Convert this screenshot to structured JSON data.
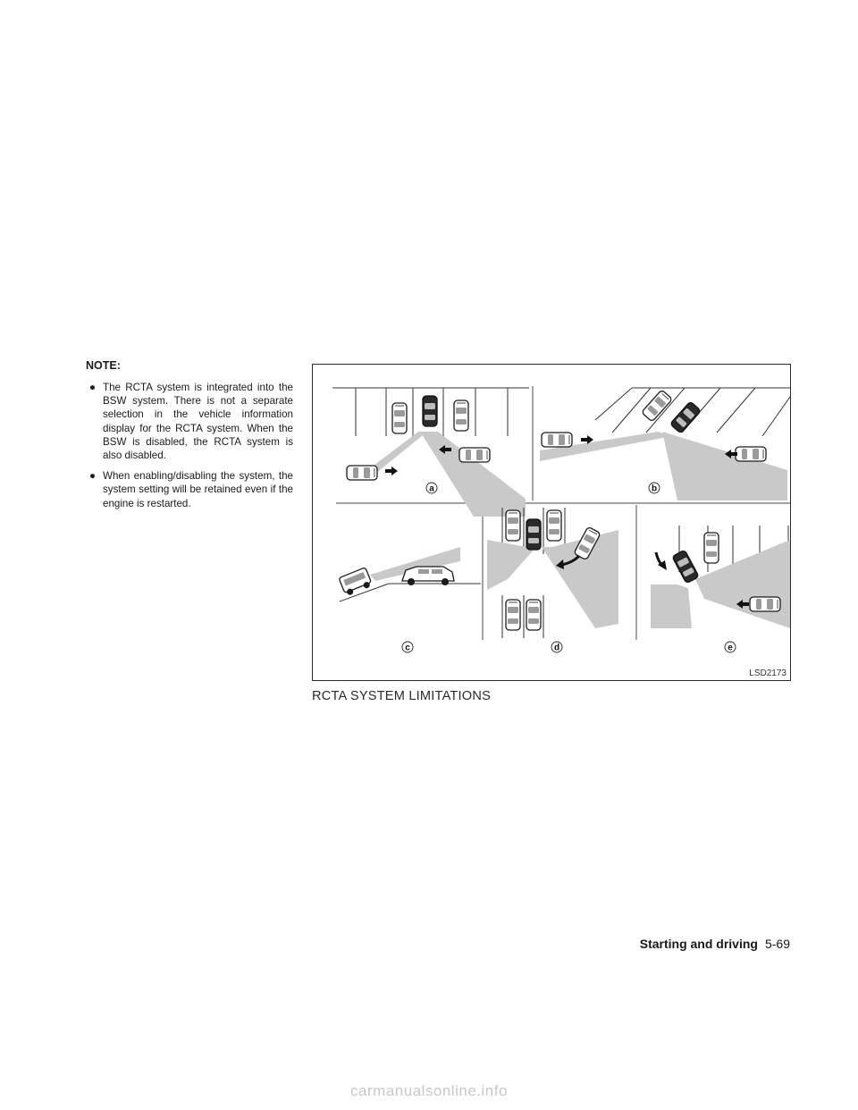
{
  "note": {
    "heading": "NOTE:",
    "bullets": [
      "The RCTA system is integrated into the BSW system. There is not a separate selection in the vehicle information display for the RCTA system. When the BSW is disabled, the RCTA system is also disabled.",
      "When enabling/disabling the system, the system setting will be retained even if the engine is restarted."
    ],
    "bullet_symbol": "●"
  },
  "figure": {
    "labels": [
      "a",
      "b",
      "c",
      "d",
      "e"
    ],
    "figure_code": "LSD2173"
  },
  "caption": "RCTA SYSTEM LIMITATIONS",
  "footer": {
    "section": "Starting and driving",
    "page": "5-69"
  },
  "watermark": "carmanualsonline.info"
}
